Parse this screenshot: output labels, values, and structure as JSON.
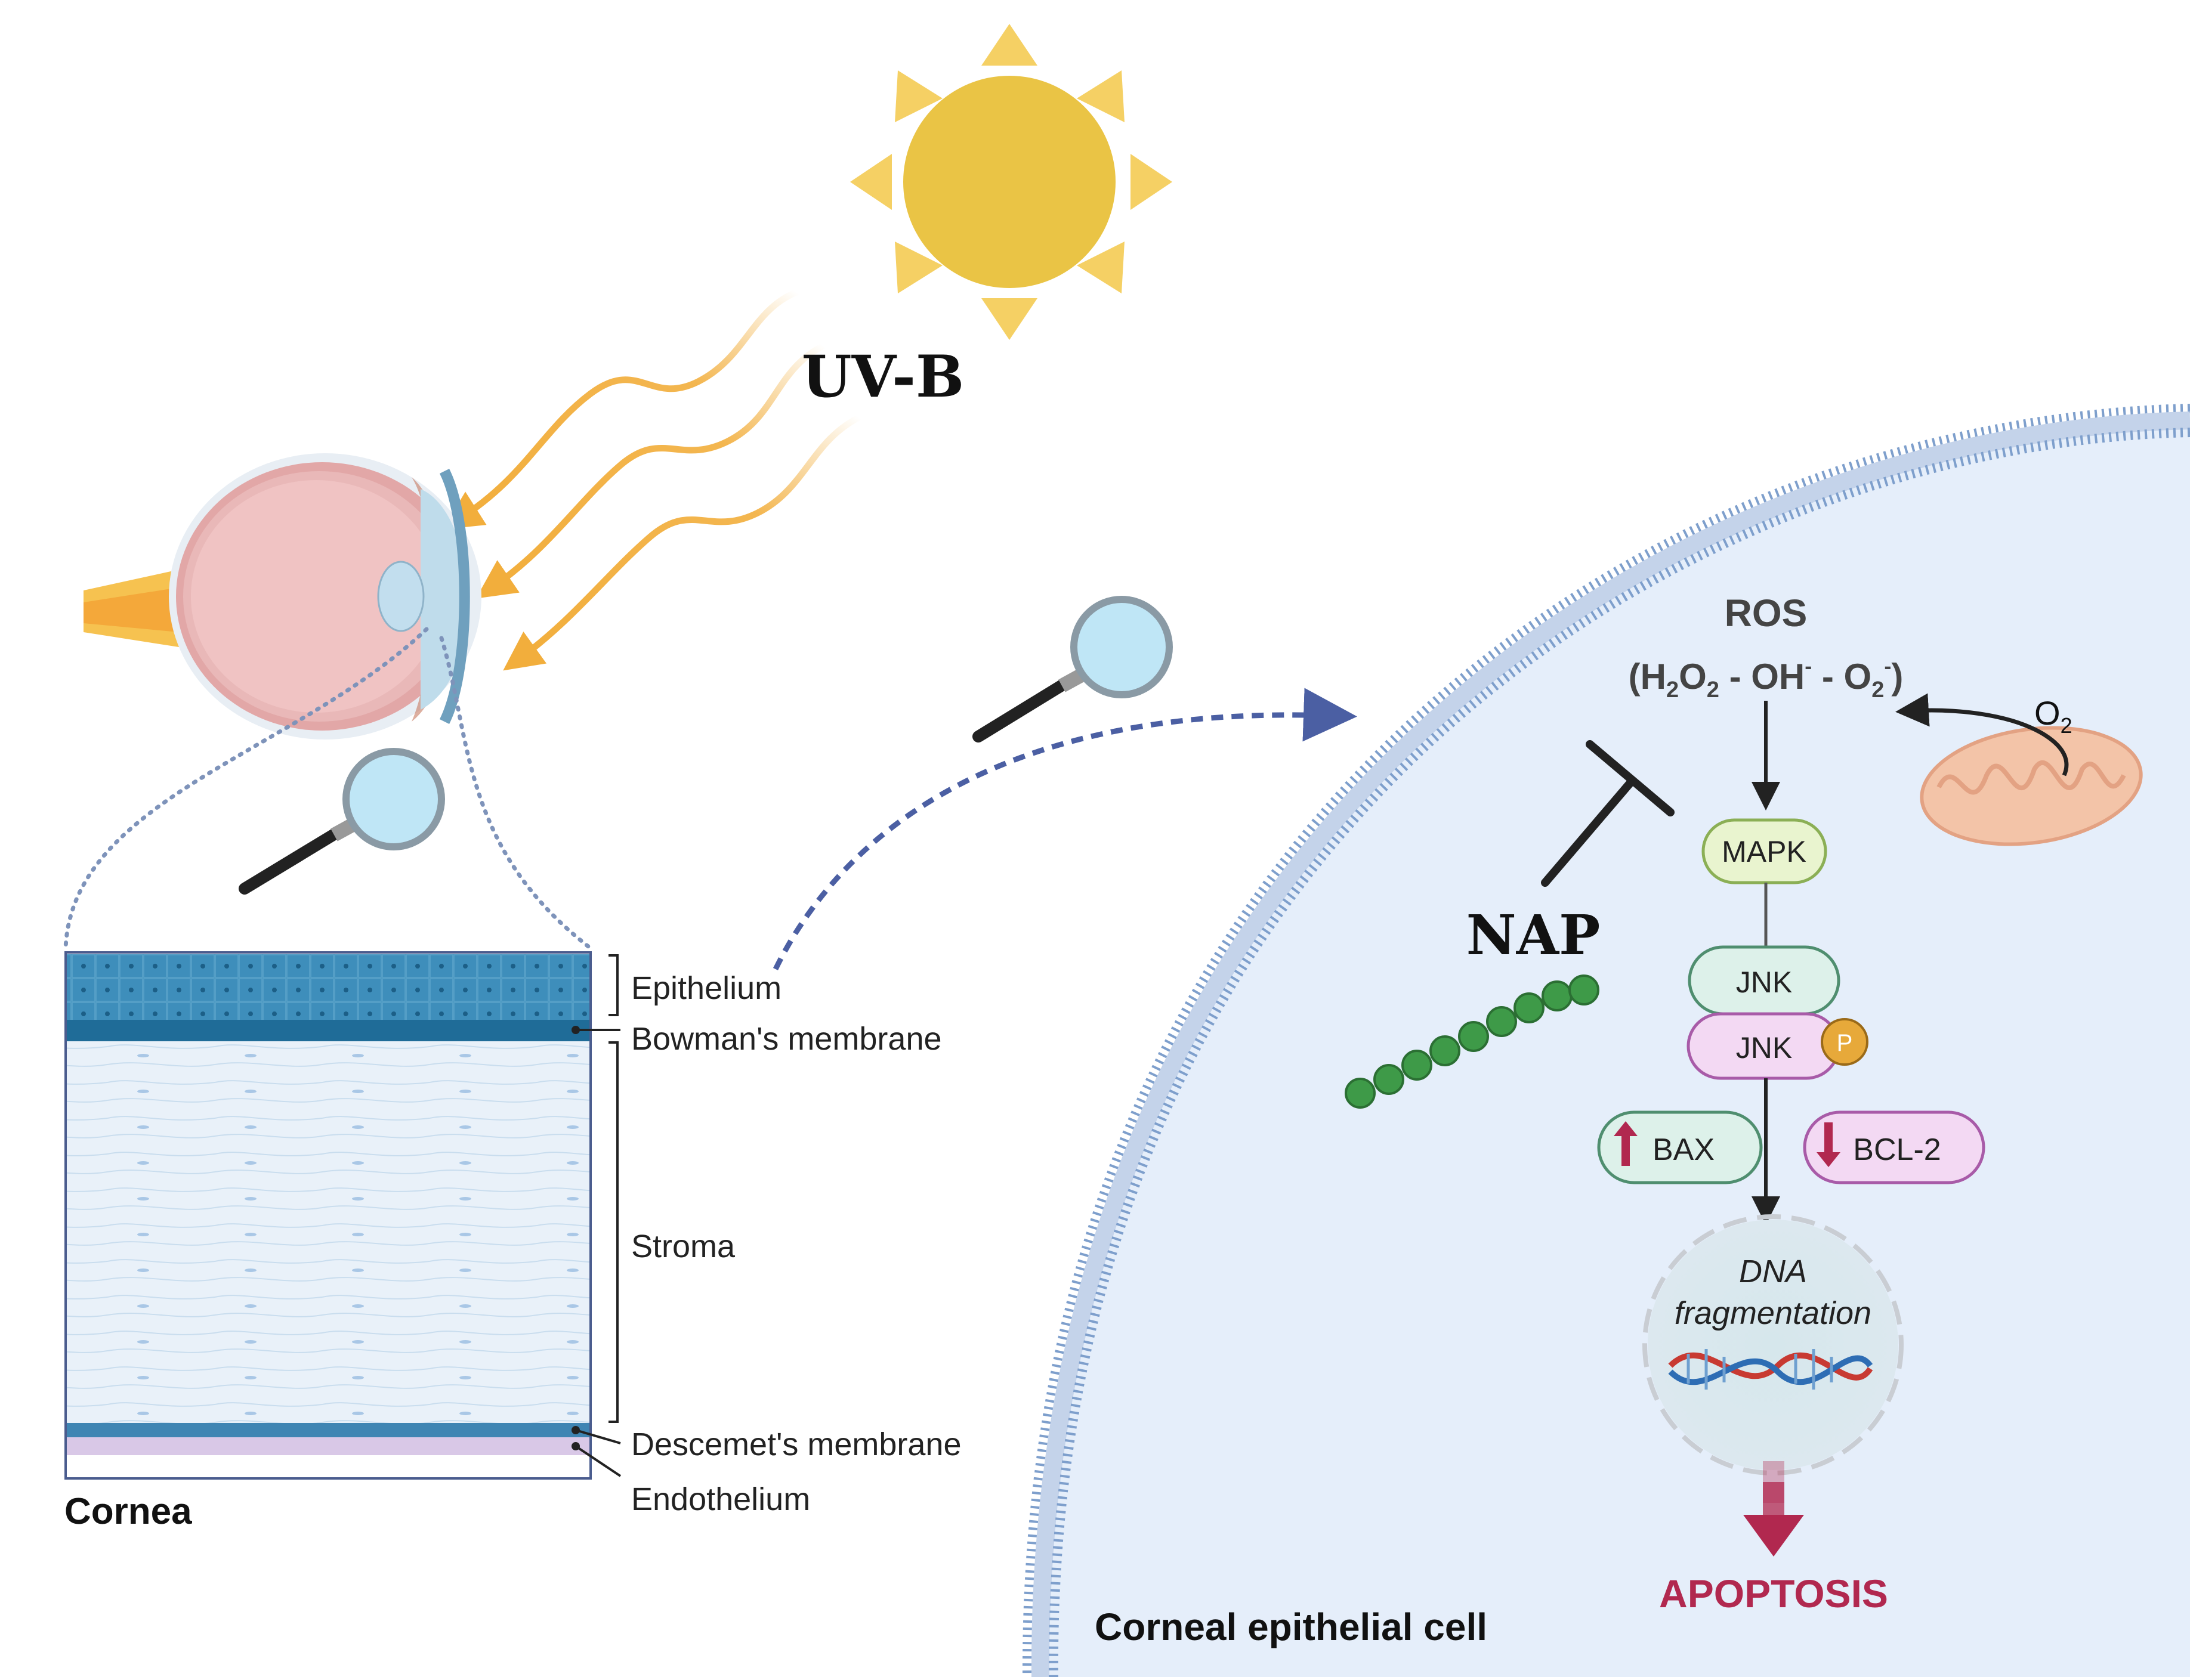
{
  "uv_label": "UV-B",
  "cornea_title": "Cornea",
  "cornea_layers": {
    "epithelium": "Epithelium",
    "bowman": "Bowman's membrane",
    "stroma": "Stroma",
    "descemet": "Descemet's membrane",
    "endothelium": "Endothelium"
  },
  "cell_title": "Corneal epithelial cell",
  "pathway": {
    "ros_title": "ROS",
    "ros_open": "(H",
    "ros_2a": "2",
    "ros_O": "O",
    "ros_2b": "2",
    "ros_mid": " - OH",
    "ros_minus1": "-",
    "ros_dash2": " - O",
    "ros_2c": "2",
    "ros_minus2": "-",
    "ros_close": ")",
    "o2": "O",
    "o2_sub": "2",
    "mapk": "MAPK",
    "jnk": "JNK",
    "pjnk": "JNK",
    "phospho": "P",
    "bax": "BAX",
    "bcl2": "BCL-2",
    "dna_line1": "DNA",
    "dna_line2": "fragmentation",
    "apoptosis": "APOPTOSIS",
    "nap": "NAP"
  },
  "colors": {
    "sun": "#EAC445",
    "uv": "#F2AE3C",
    "cell_bg": "#E5EEFA",
    "membrane": "#7E9FCC",
    "apoptosis": "#B1284F",
    "mapk_fill": "#E9F4CF",
    "jnk_fill": "#DDF1EA",
    "pjnk_fill": "#F3D9F3",
    "nap_bead": "#3E9A48"
  }
}
